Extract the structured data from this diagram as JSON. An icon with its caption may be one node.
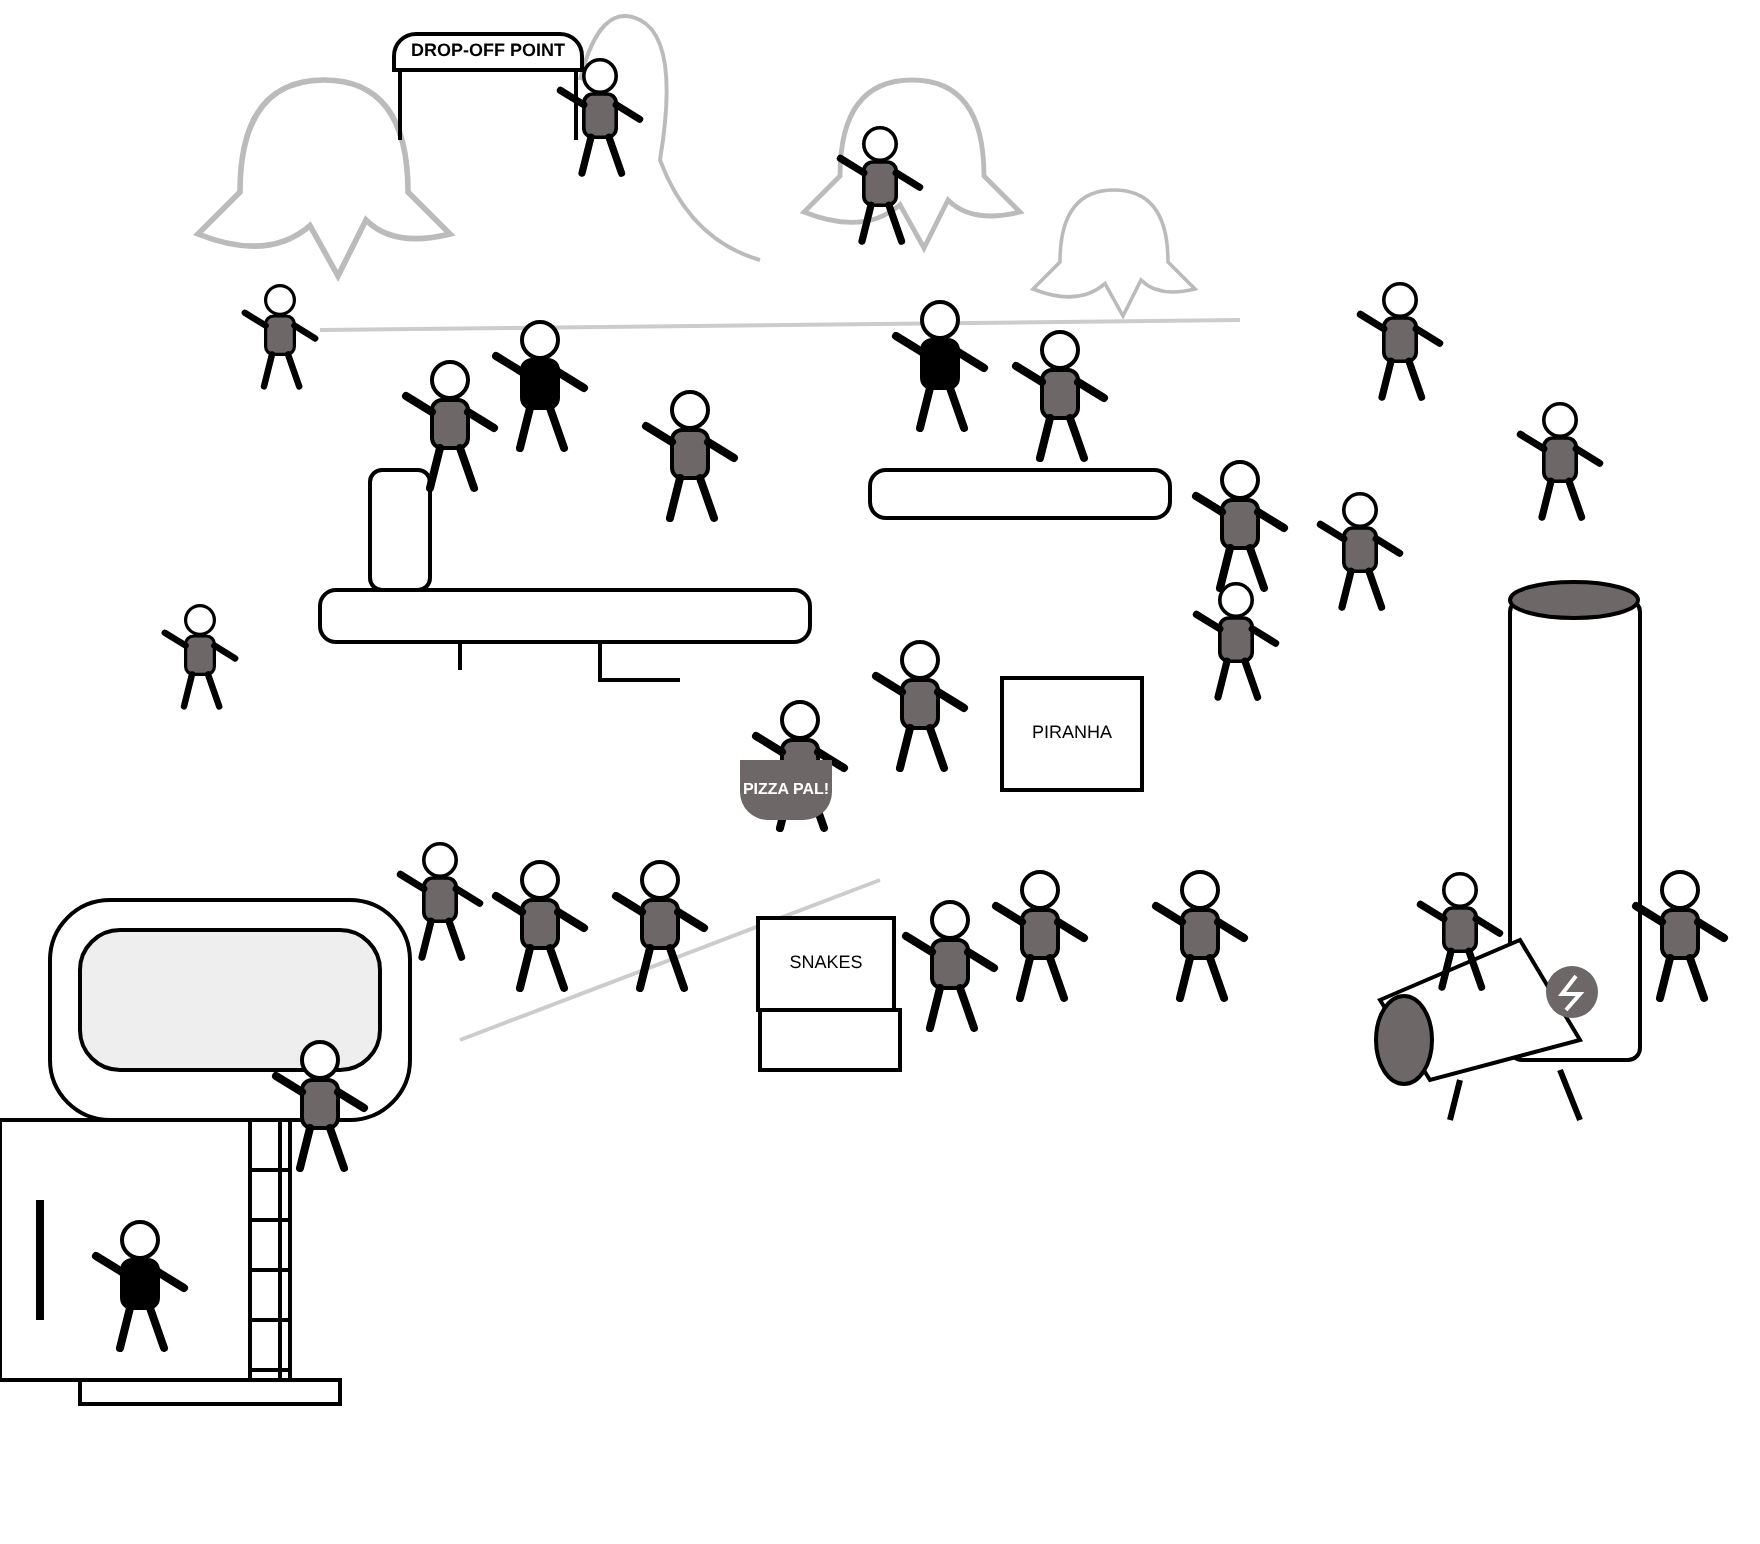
{
  "diagram": {
    "nodes": [
      {
        "text": [
          "DROP-OFF POINT"
        ]
      },
      {
        "text": [
          "PIRANHA"
        ]
      },
      {
        "text": [
          "PIZZA PAL!"
        ]
      },
      {
        "text": [
          "SNAKES"
        ]
      }
    ]
  }
}
